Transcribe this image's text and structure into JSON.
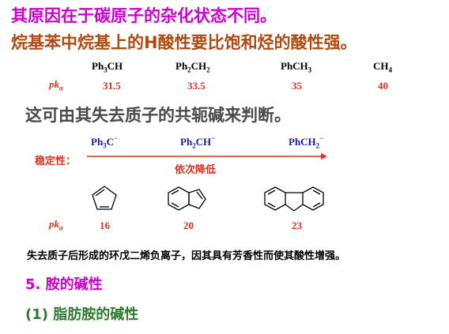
{
  "heading1": "其原因在于碳原子的杂化状态不同。",
  "heading2": "烷基苯中烷基上的H酸性要比饱和烃的酸性强。",
  "table1": {
    "compounds": [
      {
        "base": "Ph",
        "sub": "3",
        "tail": "CH"
      },
      {
        "base": "Ph",
        "sub": "2",
        "tail": "CH",
        "sub2": "2"
      },
      {
        "base": "PhCH",
        "sub": "3",
        "tail": ""
      },
      {
        "base": "CH",
        "sub": "4",
        "tail": ""
      }
    ],
    "pk_label": "pk",
    "pk_sub": "a",
    "pk_values": [
      "31.5",
      "33.5",
      "35",
      "40"
    ]
  },
  "heading3": "这可由其失去质子的共轭碱来判断。",
  "anions": [
    {
      "base": "Ph",
      "sub": "3",
      "tail": "C",
      "charge": "−"
    },
    {
      "base": "Ph",
      "sub": "2",
      "tail": "CH",
      "charge": "−"
    },
    {
      "base": "PhCH",
      "sub": "2",
      "tail": "",
      "charge": "−"
    }
  ],
  "stability_label": "稳定性：",
  "decreasing_label": "依次降低",
  "cyclic_pk_values": [
    "16",
    "20",
    "23"
  ],
  "note": "失去质子后形成的环戊二烯负离子，因其具有芳香性而使其酸性增强。",
  "section5": "5. 胺的碱性",
  "subsection1": "(1) 脂肪胺的碱性",
  "colors": {
    "magenta": "#cc00cc",
    "brown": "#b04a10",
    "red": "#e03020",
    "blue": "#1a1aa0",
    "green": "#2f7a2f"
  }
}
